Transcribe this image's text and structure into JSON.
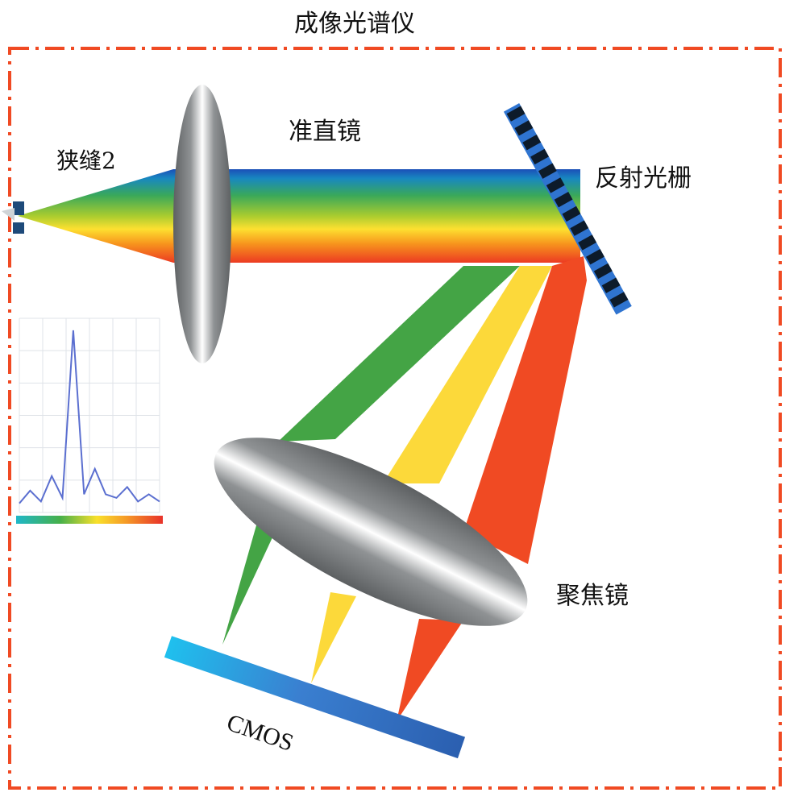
{
  "title": "成像光谱仪",
  "labels": {
    "slit": "狭缝2",
    "collimator": "准直镜",
    "grating": "反射光栅",
    "focusing_lens": "聚焦镜",
    "detector": "CMOS"
  },
  "colors": {
    "frame": "#f04a23",
    "lens": "#6e7173",
    "grating": "#2f74d0",
    "beam_green": "#44a445",
    "beam_yellow": "#fcd93a",
    "beam_red": "#f04a23",
    "spectrum_line": "#5b6fd0"
  },
  "chart_data": {
    "type": "line",
    "values": [
      0.05,
      0.12,
      0.06,
      0.2,
      0.08,
      1.0,
      0.1,
      0.24,
      0.1,
      0.08,
      0.14,
      0.06,
      0.1,
      0.06
    ],
    "grid": true,
    "color_bar": [
      "#1fb7c8",
      "#46b04a",
      "#f9e02b",
      "#f59a27",
      "#e8322a"
    ]
  }
}
